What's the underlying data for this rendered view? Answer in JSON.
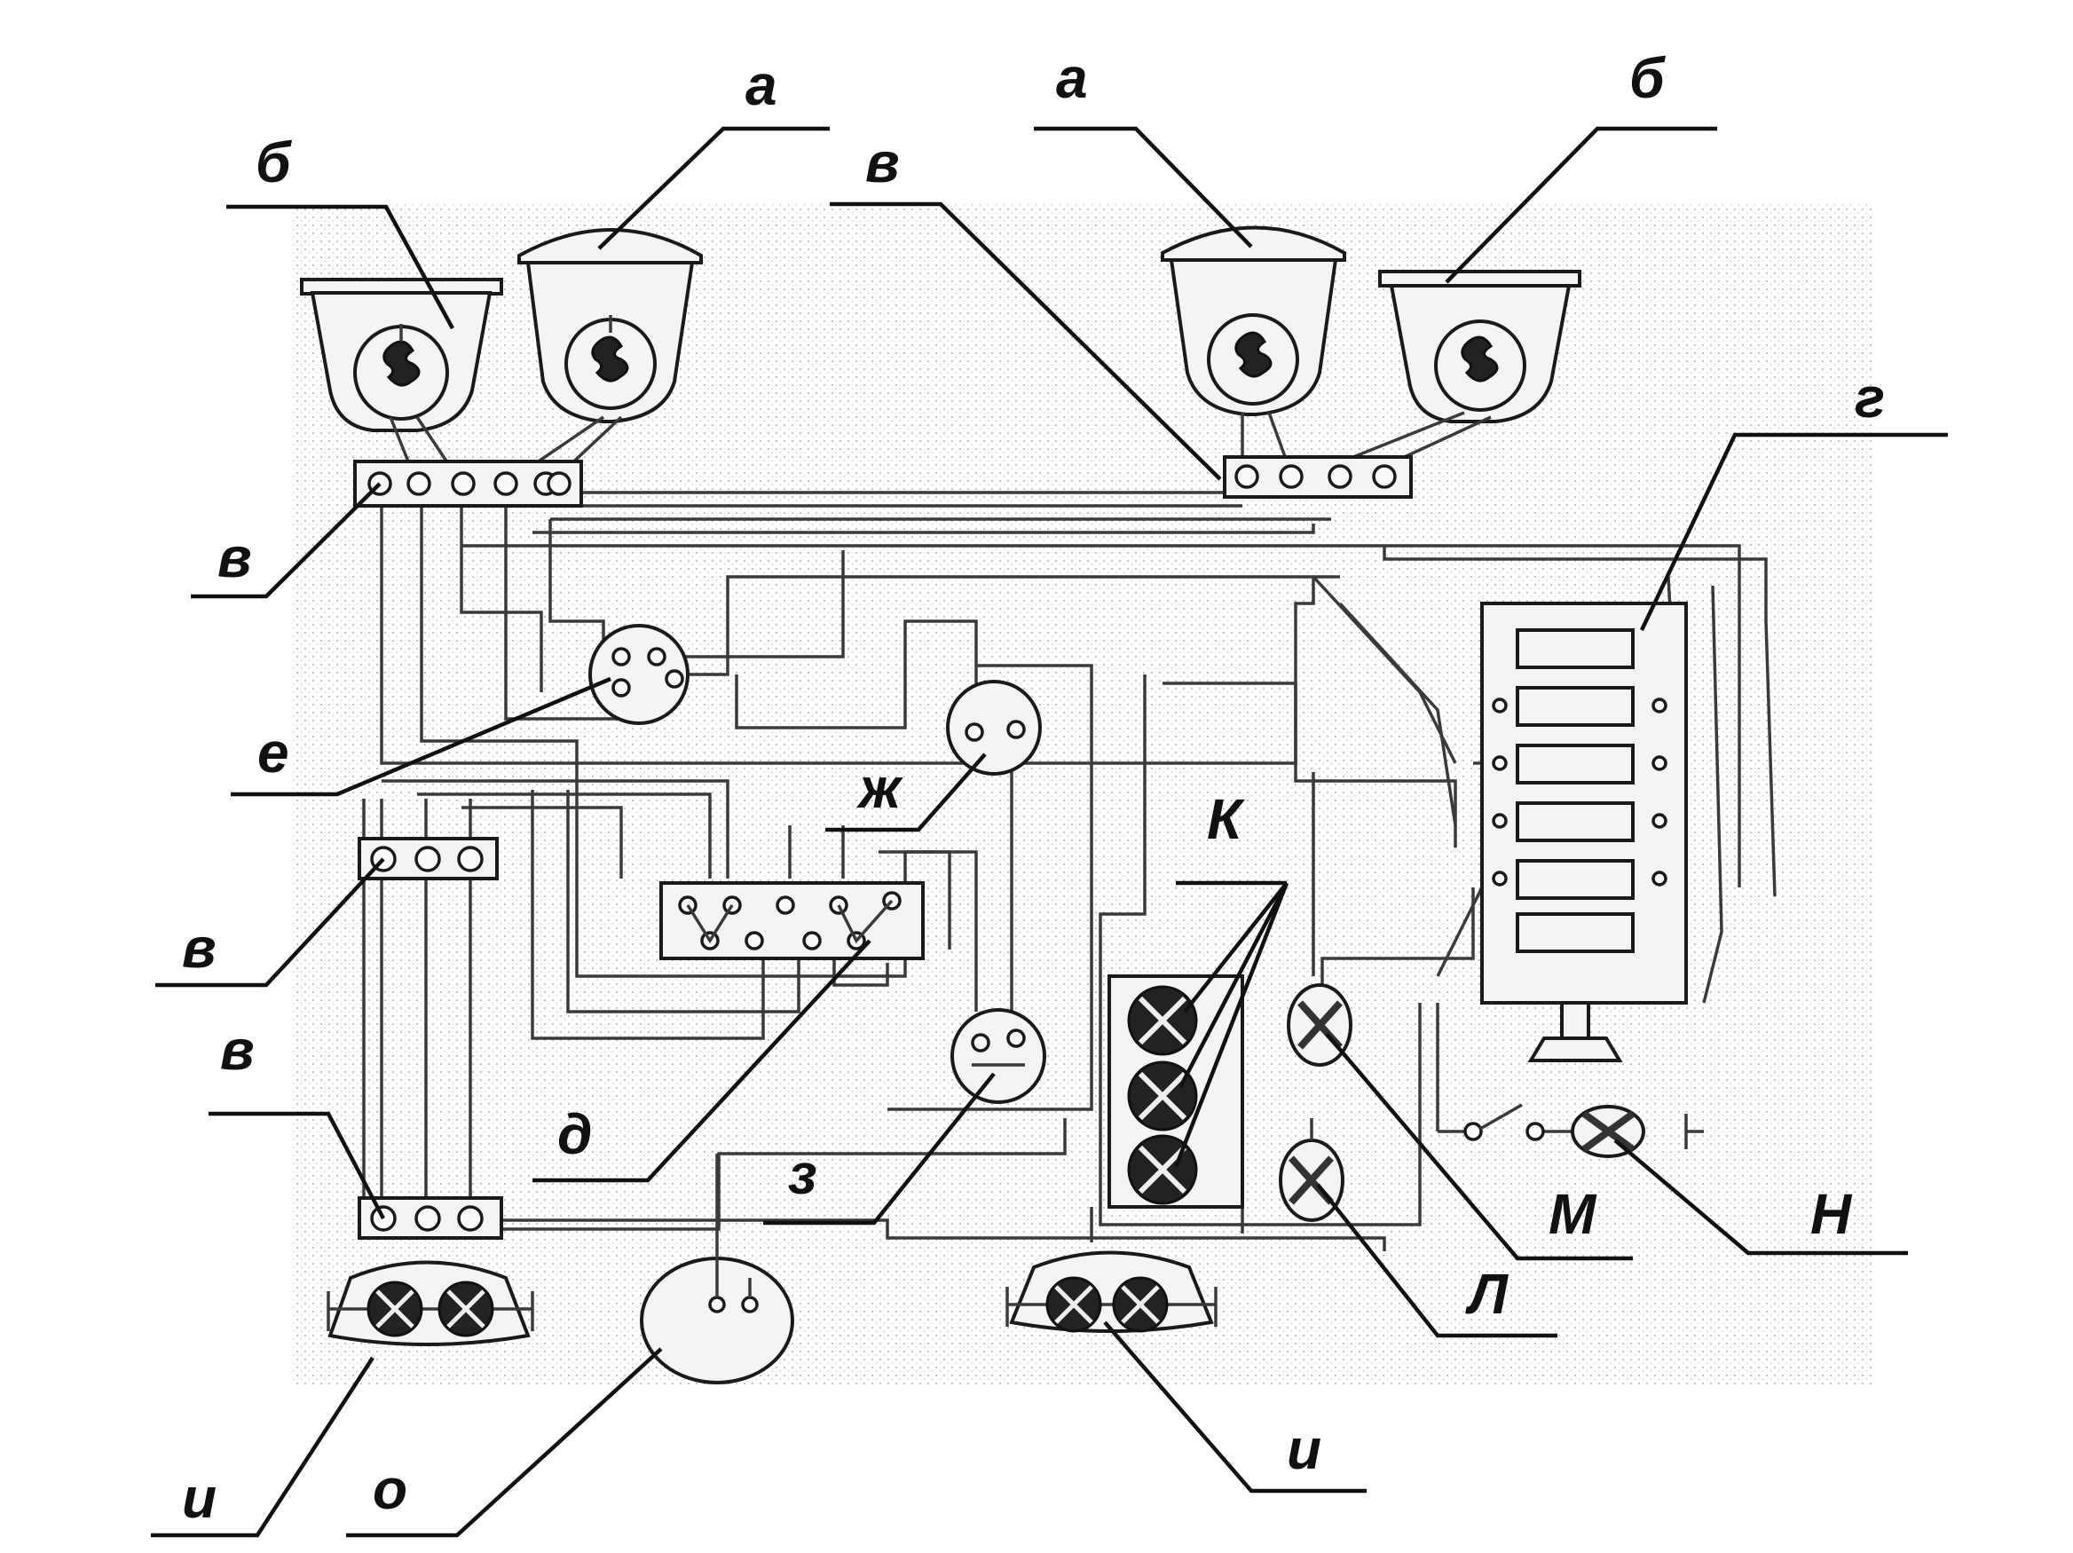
{
  "labels": {
    "a_left": "а",
    "a_right": "а",
    "b_left": "б",
    "b_right": "б",
    "v_top_right": "в",
    "v_upper_left": "в",
    "v_mid_left": "в",
    "v_lower_left": "в",
    "g": "г",
    "d": "д",
    "e": "е",
    "zh": "ж",
    "z": "з",
    "i_left": "и",
    "i_right": "и",
    "k": "К",
    "l": "Л",
    "m": "М",
    "n": "Н",
    "o": "о"
  },
  "colors": {
    "background": "#ffffff",
    "stipple": "#d8d8d8",
    "line": "#1a1a1a"
  }
}
